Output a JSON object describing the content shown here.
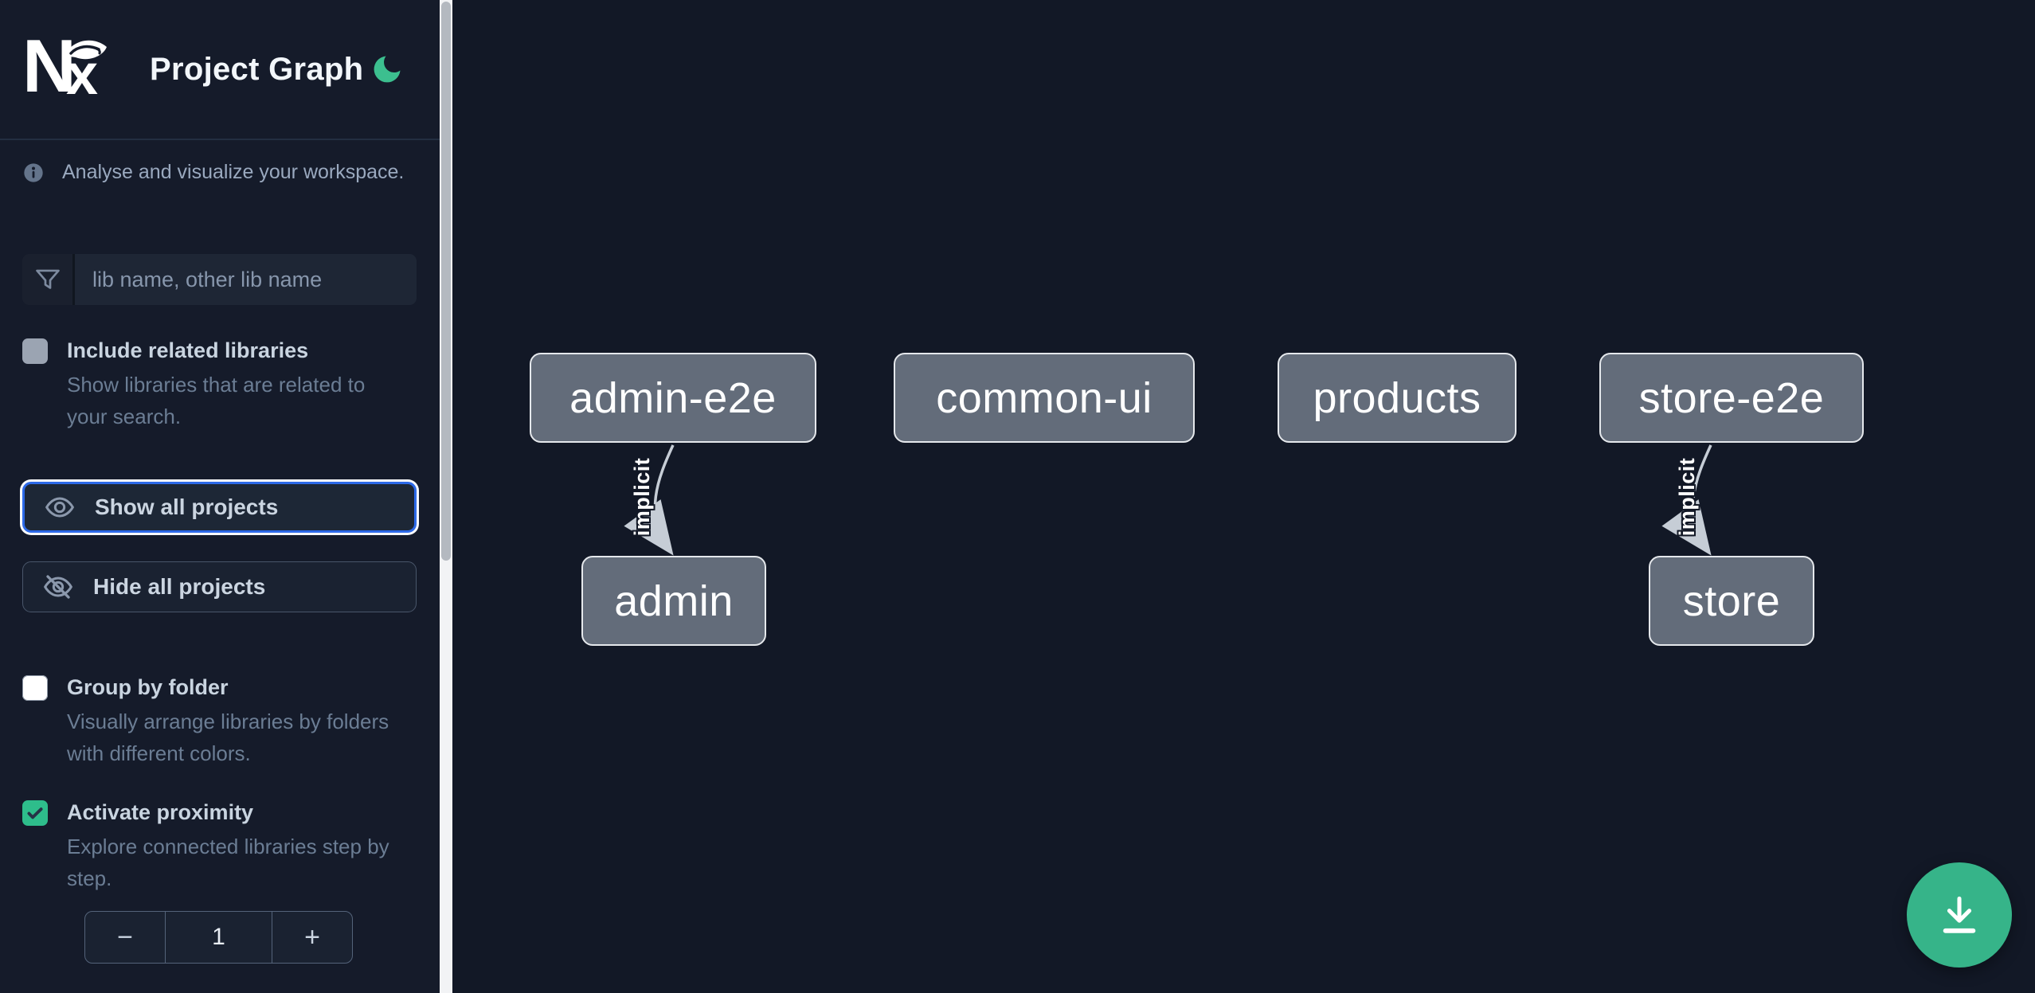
{
  "header": {
    "app_name": "Nx",
    "title": "Project Graph"
  },
  "info": {
    "text": "Analyse and visualize your workspace."
  },
  "filter": {
    "placeholder": "lib name, other lib name"
  },
  "toggles": {
    "include_related": {
      "label": "Include related libraries",
      "description": "Show libraries that are related to your search.",
      "checked": false
    },
    "group_by_folder": {
      "label": "Group by folder",
      "description": "Visually arrange libraries by folders with different colors.",
      "checked": false
    },
    "activate_proximity": {
      "label": "Activate proximity",
      "description": "Explore connected libraries step by step.",
      "checked": true
    }
  },
  "buttons": {
    "show_all": "Show all projects",
    "hide_all": "Hide all projects"
  },
  "stepper": {
    "decrease": "−",
    "value": "1",
    "increase": "+"
  },
  "graph": {
    "nodes": [
      {
        "id": "admin-e2e",
        "label": "admin-e2e"
      },
      {
        "id": "common-ui",
        "label": "common-ui"
      },
      {
        "id": "products",
        "label": "products"
      },
      {
        "id": "store-e2e",
        "label": "store-e2e"
      },
      {
        "id": "admin",
        "label": "admin"
      },
      {
        "id": "store",
        "label": "store"
      }
    ],
    "edges": [
      {
        "source": "admin-e2e",
        "target": "admin",
        "label": "implicit",
        "type": "implicit"
      },
      {
        "source": "store-e2e",
        "target": "store",
        "label": "implicit",
        "type": "implicit"
      }
    ]
  },
  "fab": {
    "action": "download-graph-image"
  },
  "colors": {
    "sidebar_bg": "#151b2a",
    "canvas_bg": "#121826",
    "accent_green": "#36b489",
    "moon_green": "#3cbf8f",
    "focus_blue": "#2c69e8",
    "checkbox_green": "#2ebd8b",
    "node_fill": "#636c7a",
    "node_border": "#e5e8ec",
    "edge": "#c6cdd6"
  }
}
